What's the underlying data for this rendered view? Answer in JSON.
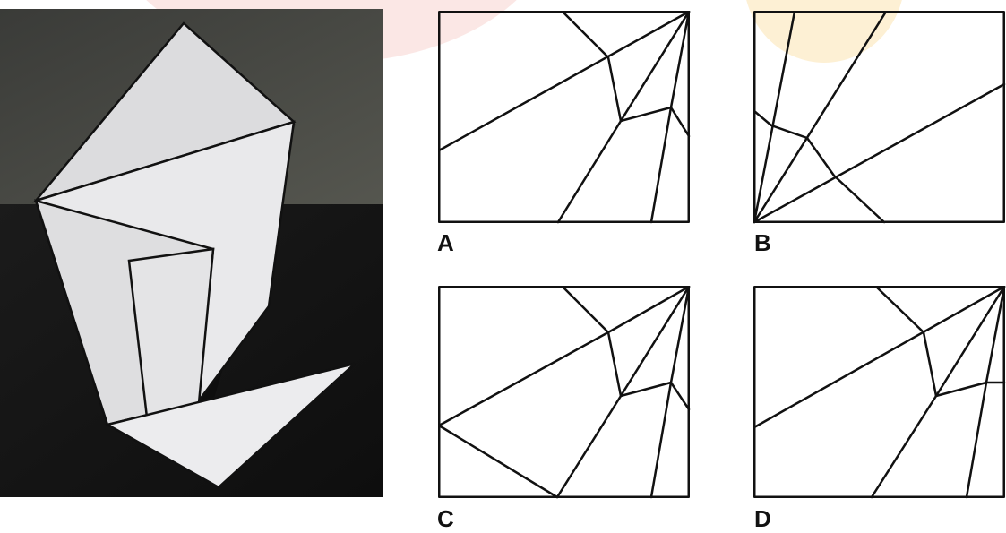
{
  "options": [
    {
      "key": "A",
      "label": "A"
    },
    {
      "key": "B",
      "label": "B"
    },
    {
      "key": "C",
      "label": "C"
    },
    {
      "key": "D",
      "label": "D"
    }
  ],
  "colors": {
    "background": "#ffffff",
    "photo_top": "#4a4a48",
    "photo_bottom": "#121212",
    "paper": "#e6e6e8",
    "line": "#111111",
    "decoration_red": "#f8d4d0",
    "decoration_yellow": "#fbe6b8"
  }
}
